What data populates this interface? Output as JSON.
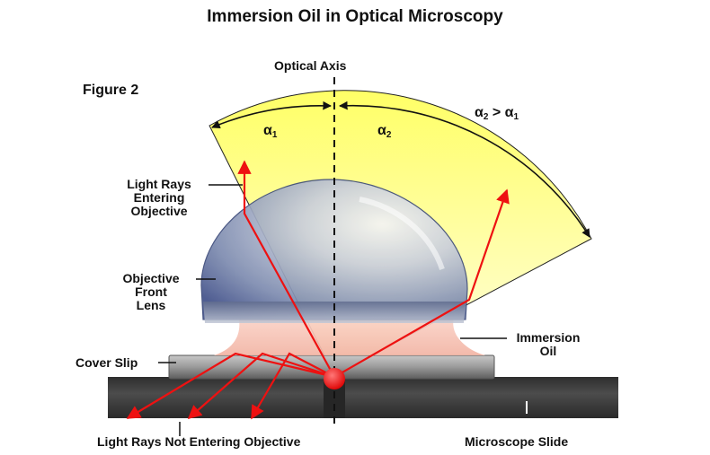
{
  "title": "Immersion Oil in Optical Microscopy",
  "figure_label": "Figure 2",
  "labels": {
    "optical_axis": "Optical Axis",
    "alpha_symbol": "α",
    "alpha1_sub": "1",
    "alpha2_sub": "2",
    "relation_gt": " > ",
    "rays_entering_line1": "Light Rays",
    "rays_entering_line2": "Entering",
    "rays_entering_line3": "Objective",
    "front_lens_line1": "Objective",
    "front_lens_line2": "Front",
    "front_lens_line3": "Lens",
    "immersion_oil_line1": "Immersion",
    "immersion_oil_line2": "Oil",
    "cover_slip": "Cover Slip",
    "rays_not_entering": "Light Rays Not Entering Objective",
    "microscope_slide": "Microscope Slide"
  },
  "colors": {
    "cone_fill": "#ffff66",
    "ray": "#ee1111",
    "lens": "#8090b0",
    "oil": "#f7c2b4",
    "slide": "#3c3c3c",
    "cover_slip": "#999999",
    "point_source": "#ff0000"
  }
}
